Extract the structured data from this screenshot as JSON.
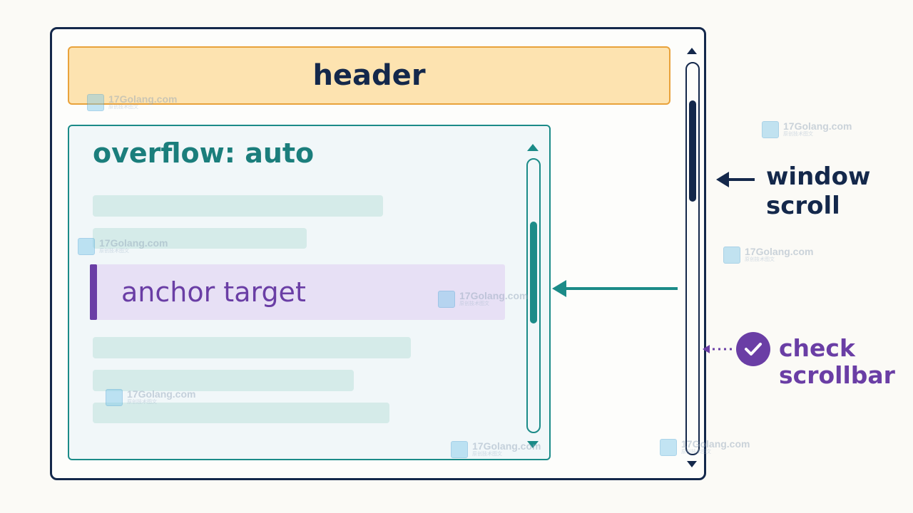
{
  "header": {
    "label": "header"
  },
  "panel": {
    "title": "overflow: auto",
    "anchor_label": "anchor target"
  },
  "callouts": {
    "window_scroll": [
      "window",
      "scroll"
    ],
    "check_scrollbar": [
      "check",
      "scrollbar"
    ]
  },
  "watermark": {
    "text": "17Golang.com",
    "sub": "原创技术图文"
  },
  "colors": {
    "navy": "#14284b",
    "teal": "#1b8b88",
    "purple": "#6a3ea5",
    "orange": "#e9a23b",
    "header_fill": "#fde3b0"
  },
  "icons": [
    "check-circle-icon",
    "arrow-left-icon",
    "scroll-up-arrow-icon",
    "scroll-down-arrow-icon"
  ]
}
